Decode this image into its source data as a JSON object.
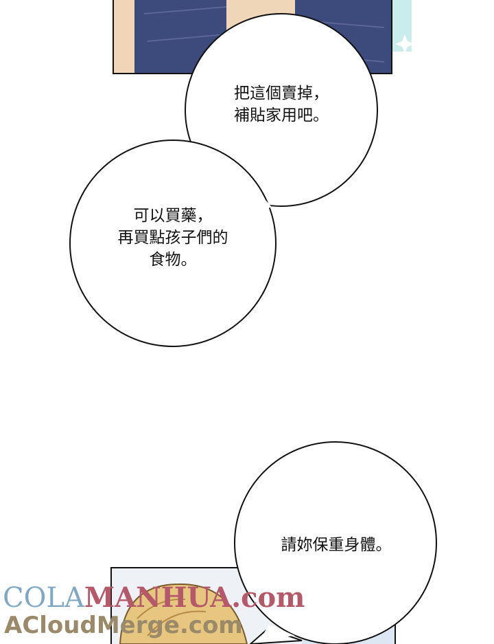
{
  "bubbles": [
    {
      "text": "把這個賣掉，\n補貼家用吧。"
    },
    {
      "text": "可以買藥，\n再買點孩子們的\n食物。"
    },
    {
      "text": "請妳保重身體。"
    }
  ],
  "watermark": {
    "line1_a": "COLA",
    "line1_b": "MANHUA",
    "line1_c": ".com",
    "line2": "ACloudMerge.com"
  },
  "colors": {
    "coat": "#3d4a7c",
    "hair": "#e7c680",
    "bubble_stroke": "#111111",
    "watermark_a": "#7fa8c4",
    "watermark_b": "#b5586a",
    "watermark_c": "#9a8a6a"
  }
}
